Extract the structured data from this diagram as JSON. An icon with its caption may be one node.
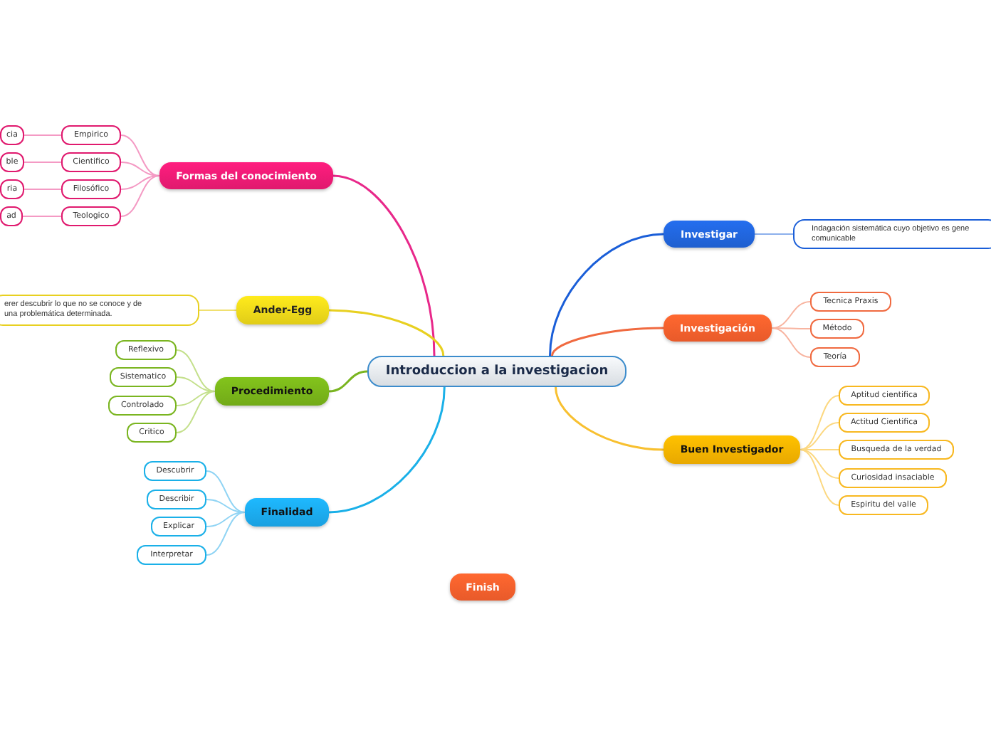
{
  "diagram": {
    "nodes": [
      {
        "text": [
          "Introduccion a la investigacion"
        ]
      },
      {
        "text": [
          "Formas del conocimiento"
        ]
      },
      {
        "text": [
          "Empirico"
        ]
      },
      {
        "text": [
          "Cientifico"
        ]
      },
      {
        "text": [
          "Filosófico"
        ]
      },
      {
        "text": [
          "Teologico"
        ]
      },
      {
        "text": [
          "cia"
        ]
      },
      {
        "text": [
          "ble"
        ]
      },
      {
        "text": [
          "ria"
        ]
      },
      {
        "text": [
          "ad"
        ]
      },
      {
        "text": [
          "Ander-Egg"
        ]
      },
      {
        "text": [
          "erer descubrir lo que no se conoce y de una problemática determinada."
        ]
      },
      {
        "text": [
          "Procedimiento"
        ]
      },
      {
        "text": [
          "Reflexivo"
        ]
      },
      {
        "text": [
          "Sistematico"
        ]
      },
      {
        "text": [
          "Controlado"
        ]
      },
      {
        "text": [
          "Critico"
        ]
      },
      {
        "text": [
          "Finalidad"
        ]
      },
      {
        "text": [
          "Descubrir"
        ]
      },
      {
        "text": [
          "Describir"
        ]
      },
      {
        "text": [
          "Explicar"
        ]
      },
      {
        "text": [
          "Interpretar"
        ]
      },
      {
        "text": [
          "Investigar"
        ]
      },
      {
        "text": [
          "Indagación sistemática cuyo objetivo es gene comunicable"
        ]
      },
      {
        "text": [
          "Investigación"
        ]
      },
      {
        "text": [
          "Tecnica Praxis"
        ]
      },
      {
        "text": [
          "Método"
        ]
      },
      {
        "text": [
          "Teoría"
        ]
      },
      {
        "text": [
          "Buen Investigador"
        ]
      },
      {
        "text": [
          "Aptitud cientifica"
        ]
      },
      {
        "text": [
          "Actitud Cientifica"
        ]
      },
      {
        "text": [
          "Busqueda de la verdad"
        ]
      },
      {
        "text": [
          "Curiosidad insaciable"
        ]
      },
      {
        "text": [
          "Espiritu del valle"
        ]
      },
      {
        "text": [
          "Finish"
        ]
      }
    ],
    "edges": [
      {
        "from": 0,
        "to": 1,
        "arrow": "none",
        "color": "#e8288a"
      },
      {
        "from": 1,
        "to": 2,
        "arrow": "none",
        "color": "#f49ac4"
      },
      {
        "from": 1,
        "to": 3,
        "arrow": "none",
        "color": "#f49ac4"
      },
      {
        "from": 1,
        "to": 4,
        "arrow": "none",
        "color": "#f49ac4"
      },
      {
        "from": 1,
        "to": 5,
        "arrow": "none",
        "color": "#f49ac4"
      },
      {
        "from": 2,
        "to": 6,
        "arrow": "none",
        "color": "#f49ac4"
      },
      {
        "from": 3,
        "to": 7,
        "arrow": "none",
        "color": "#f49ac4"
      },
      {
        "from": 4,
        "to": 8,
        "arrow": "none",
        "color": "#f49ac4"
      },
      {
        "from": 5,
        "to": 9,
        "arrow": "none",
        "color": "#f49ac4"
      },
      {
        "from": 0,
        "to": 10,
        "arrow": "none",
        "color": "#e8d020"
      },
      {
        "from": 10,
        "to": 11,
        "arrow": "none",
        "color": "#f0e070"
      },
      {
        "from": 0,
        "to": 12,
        "arrow": "none",
        "color": "#7ab520"
      },
      {
        "from": 12,
        "to": 13,
        "arrow": "none",
        "color": "#c4e08c"
      },
      {
        "from": 12,
        "to": 14,
        "arrow": "none",
        "color": "#c4e08c"
      },
      {
        "from": 12,
        "to": 15,
        "arrow": "none",
        "color": "#c4e08c"
      },
      {
        "from": 12,
        "to": 16,
        "arrow": "none",
        "color": "#c4e08c"
      },
      {
        "from": 0,
        "to": 17,
        "arrow": "none",
        "color": "#1ab0e8"
      },
      {
        "from": 17,
        "to": 18,
        "arrow": "none",
        "color": "#90d4f4"
      },
      {
        "from": 17,
        "to": 19,
        "arrow": "none",
        "color": "#90d4f4"
      },
      {
        "from": 17,
        "to": 20,
        "arrow": "none",
        "color": "#90d4f4"
      },
      {
        "from": 17,
        "to": 21,
        "arrow": "none",
        "color": "#90d4f4"
      },
      {
        "from": 0,
        "to": 22,
        "arrow": "none",
        "color": "#1a5ed8"
      },
      {
        "from": 22,
        "to": 23,
        "arrow": "none",
        "color": "#8cb0ec"
      },
      {
        "from": 0,
        "to": 24,
        "arrow": "none",
        "color": "#f06a40"
      },
      {
        "from": 24,
        "to": 25,
        "arrow": "none",
        "color": "#f8b4a0"
      },
      {
        "from": 24,
        "to": 26,
        "arrow": "none",
        "color": "#f8b4a0"
      },
      {
        "from": 24,
        "to": 27,
        "arrow": "none",
        "color": "#f8b4a0"
      },
      {
        "from": 0,
        "to": 28,
        "arrow": "none",
        "color": "#f8c030"
      },
      {
        "from": 28,
        "to": 29,
        "arrow": "none",
        "color": "#fcd880"
      },
      {
        "from": 28,
        "to": 30,
        "arrow": "none",
        "color": "#fcd880"
      },
      {
        "from": 28,
        "to": 31,
        "arrow": "none",
        "color": "#fcd880"
      },
      {
        "from": 28,
        "to": 32,
        "arrow": "none",
        "color": "#fcd880"
      },
      {
        "from": 28,
        "to": 33,
        "arrow": "none",
        "color": "#fcd880"
      }
    ]
  }
}
